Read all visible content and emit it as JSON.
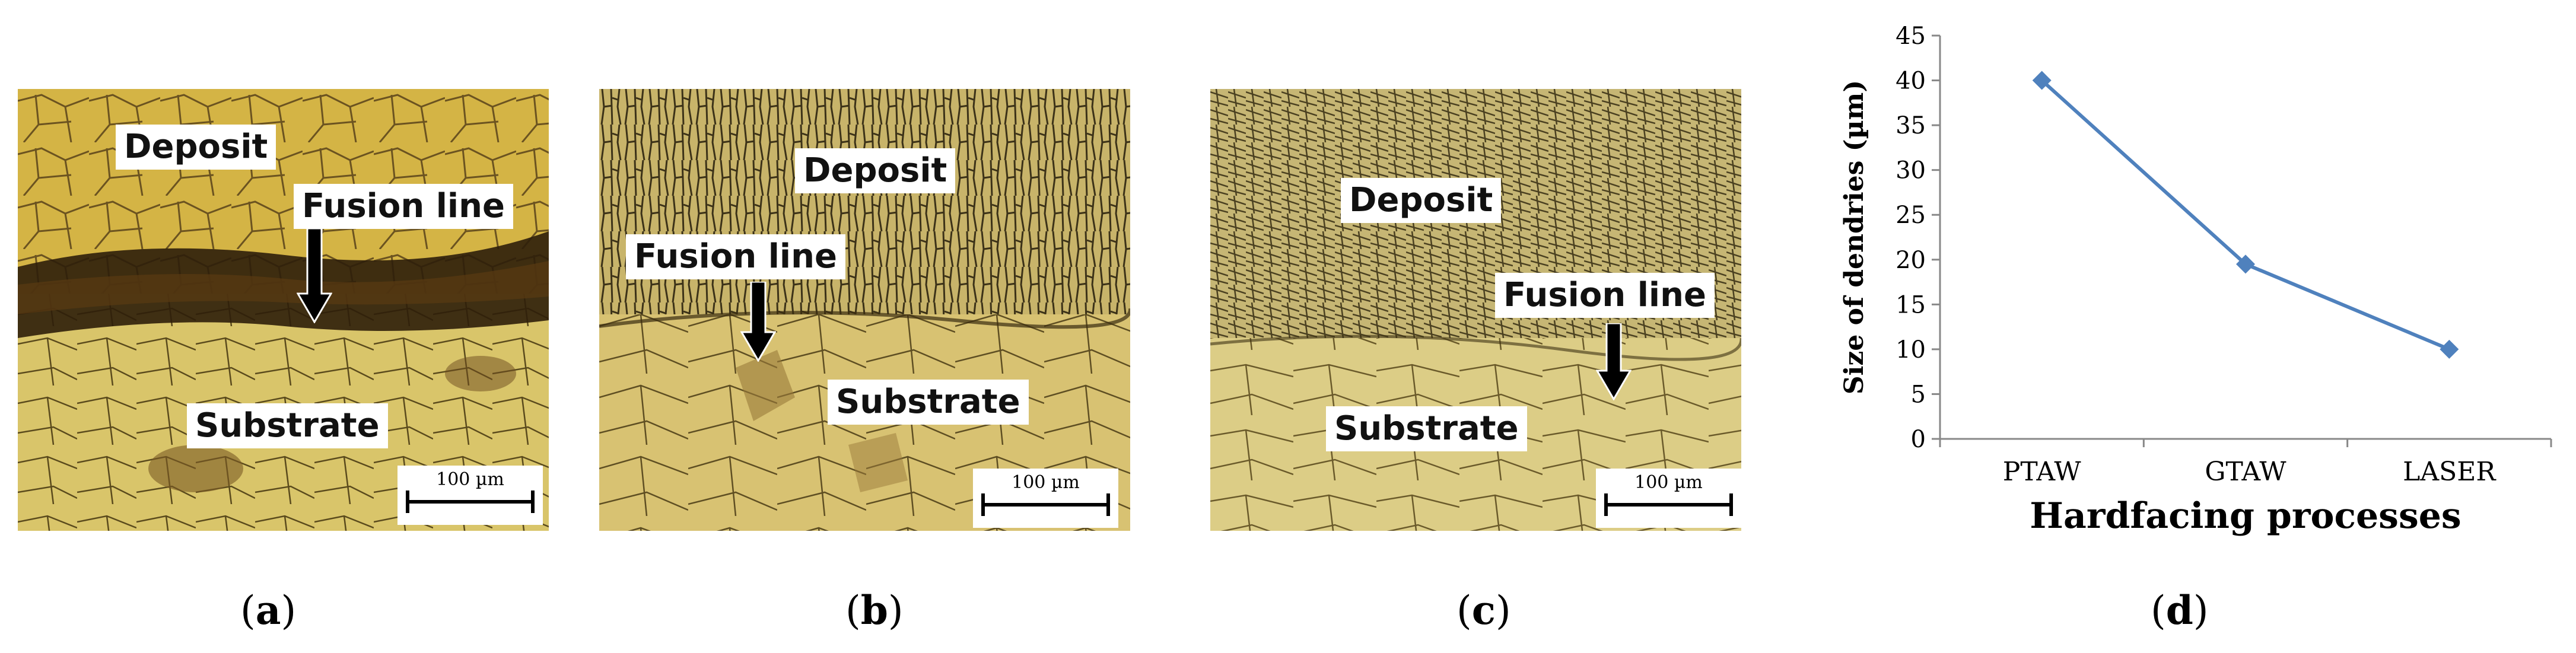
{
  "panels": [
    {
      "id": "a",
      "caption": "a",
      "labels": {
        "deposit": "Deposit",
        "fusion": "Fusion line",
        "substrate": "Substrate"
      },
      "scale": "100 µm"
    },
    {
      "id": "b",
      "caption": "b",
      "labels": {
        "deposit": "Deposit",
        "fusion": "Fusion line",
        "substrate": "Substrate"
      },
      "scale": "100 µm"
    },
    {
      "id": "c",
      "caption": "c",
      "labels": {
        "deposit": "Deposit",
        "fusion": "Fusion line",
        "substrate": "Substrate"
      },
      "scale": "100 µm"
    }
  ],
  "chart_caption": "d",
  "chart_data": {
    "type": "line",
    "categories": [
      "PTAW",
      "GTAW",
      "LASER"
    ],
    "series": [
      {
        "values": [
          40,
          19.5,
          10
        ]
      }
    ],
    "xlabel": "Hardfacing processes",
    "ylabel": "Size of dendries (µm)",
    "ylim": [
      0,
      45
    ],
    "yticks": [
      0,
      5,
      10,
      15,
      20,
      25,
      30,
      35,
      40,
      45
    ],
    "grid": false,
    "line_color": "#4f81bd",
    "marker": "diamond"
  },
  "colors": {
    "micrograph_base": "#c9a93a",
    "micrograph_dark": "#3a2a10",
    "fusion_band": "#2a1a08"
  }
}
